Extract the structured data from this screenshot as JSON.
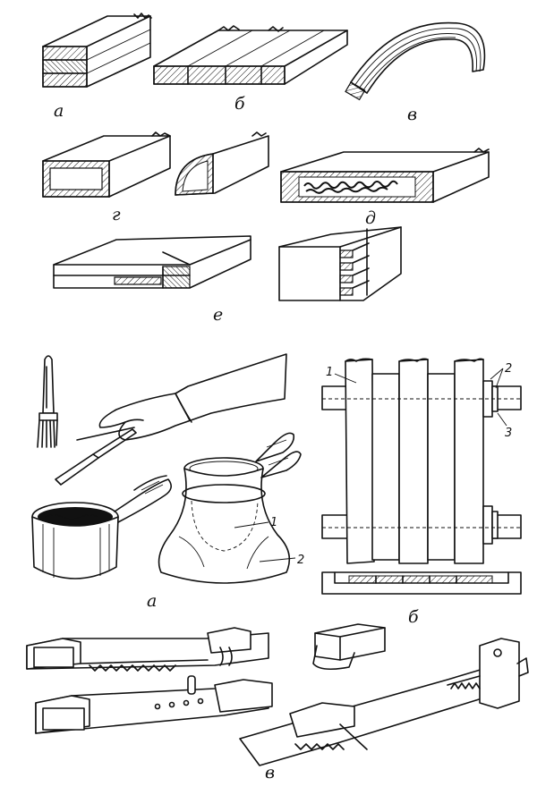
{
  "labels": {
    "a": "а",
    "b": "б",
    "v": "в",
    "g": "г",
    "d": "д",
    "e": "е"
  },
  "bottom_labels": {
    "a": "а",
    "b": "б",
    "v": "в"
  },
  "callouts": {
    "one_left": "1",
    "two_left": "2",
    "one_right": "1",
    "two_right": "2",
    "three_right": "3"
  }
}
